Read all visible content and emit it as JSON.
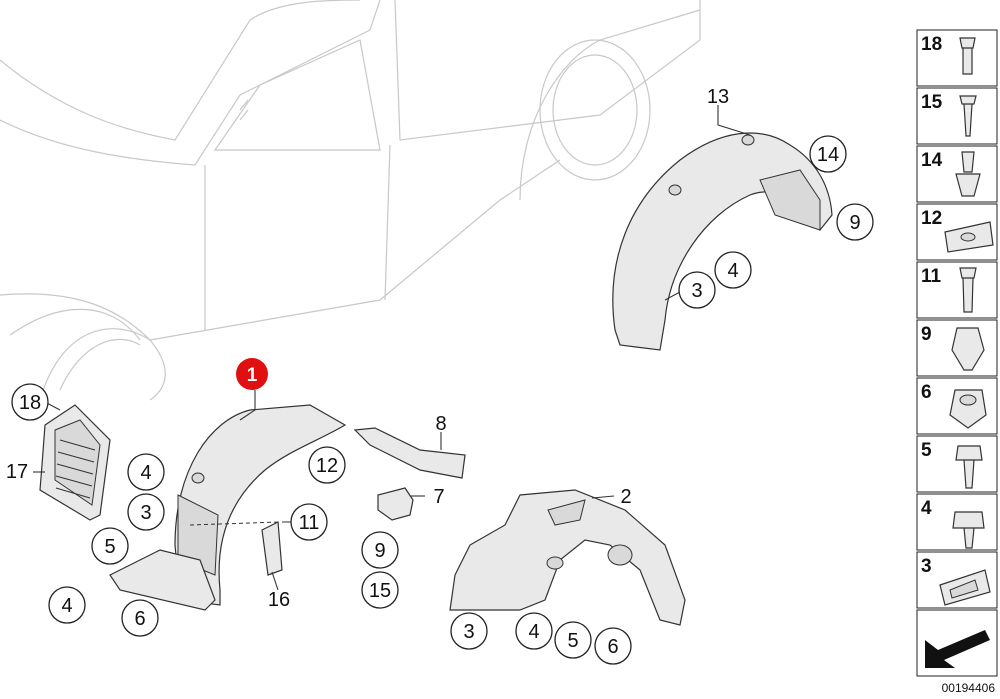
{
  "callouts": {
    "c18": "18",
    "c17": "17",
    "c4a": "4",
    "c3a": "3",
    "c5a": "5",
    "c4b": "4",
    "c6a": "6",
    "c1": "1",
    "c12": "12",
    "c11": "11",
    "c16": "16",
    "c8": "8",
    "c7": "7",
    "c9a": "9",
    "c15": "15",
    "c2": "2",
    "c3b": "3",
    "c4c": "4",
    "c5b": "5",
    "c6b": "6",
    "c13": "13",
    "c14": "14",
    "c9b": "9",
    "c4d": "4",
    "c3c": "3"
  },
  "legend": [
    "18",
    "15",
    "14",
    "12",
    "11",
    "9",
    "6",
    "5",
    "4",
    "3"
  ],
  "doc_number": "00194406",
  "colors": {
    "highlight": "#e01010",
    "line": "#333333",
    "car_outline": "#c8c8c8"
  }
}
